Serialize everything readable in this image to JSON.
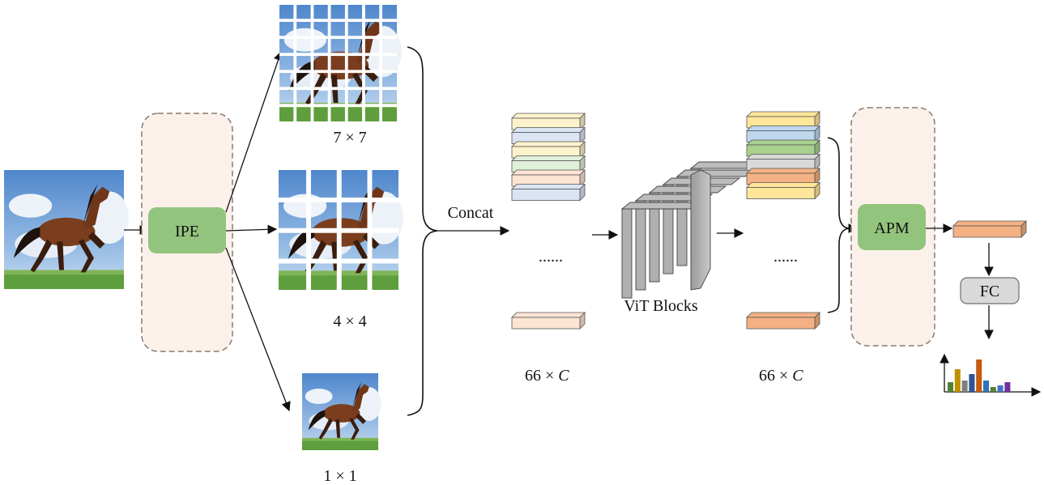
{
  "modules": {
    "ipe": "IPE",
    "apm": "APM",
    "fc": "FC"
  },
  "labels": {
    "grid_7x7": "7 × 7",
    "grid_4x4": "4 × 4",
    "grid_1x1": "1 × 1",
    "concat": "Concat",
    "vit_blocks": "ViT Blocks",
    "tokens_in_count": "66 × ",
    "tokens_out_count": "66 × ",
    "token_dim": "C",
    "ellipsis_in": "......",
    "ellipsis_out": "......"
  },
  "colors": {
    "module_green": "#93c47d",
    "module_bg": "#fbf1ea",
    "module_border": "#8a7a70",
    "fc_fill": "#d9d9d9",
    "sky": "#5f93d2",
    "cloud": "#e8eef6",
    "grass": "#5e9e3c",
    "horse": "#7a3e1e"
  },
  "token_stack_in": [
    "#fef2cc",
    "#dae4f2",
    "#fef2cc",
    "#dff0d8",
    "#fde4d3",
    "#dae4f2"
  ],
  "token_stack_out": [
    "#ffe699",
    "#bdd7ee",
    "#a9d18e",
    "#d9d9d9",
    "#f4b183",
    "#ffe699"
  ],
  "token_last_in": "#fde4d3",
  "token_last_out": "#f4b183",
  "pooled_token": "#f4b183",
  "histogram": {
    "values": [
      0.3,
      0.7,
      0.35,
      0.55,
      1.0,
      0.35,
      0.15,
      0.2,
      0.3
    ],
    "colors": [
      "#548235",
      "#bf9000",
      "#7f7f7f",
      "#2f5597",
      "#c55a11",
      "#2e75b6",
      "#548235",
      "#4472c4",
      "#7030a0"
    ]
  }
}
